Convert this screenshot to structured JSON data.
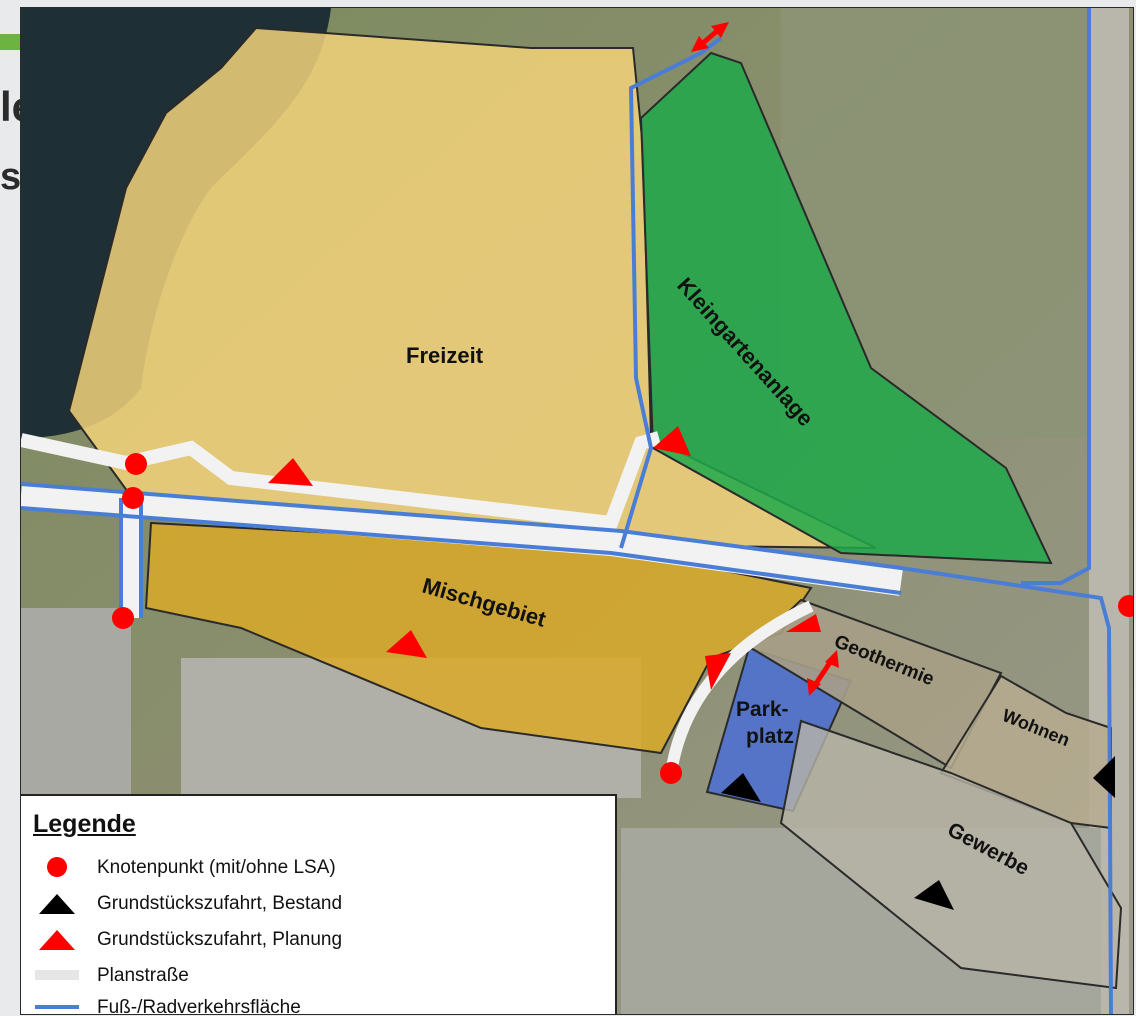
{
  "slide": {
    "title_fragment": "le",
    "subtitle_fragment": "sa"
  },
  "map": {
    "zones": {
      "freizeit": "Freizeit",
      "kleingarten": "Kleingartenanlage",
      "mischgebiet": "Mischgebiet",
      "parkplatz_line1": "Park-",
      "parkplatz_line2": "platz",
      "geothermie": "Geothermie",
      "wohnen": "Wohnen",
      "gewerbe": "Gewerbe"
    },
    "colors": {
      "freizeit": "#f2d27a",
      "kleingarten": "#1fa84a",
      "mischgebiet": "#d9a928",
      "parkplatz": "#4a6fd6",
      "geothermie": "#a79f86",
      "knotenpunkt": "#ff0000",
      "zufahrt_bestand": "#000000",
      "zufahrt_planung": "#ff0000",
      "planstrasse": "#f2f2f2",
      "radweg": "#4a7ed6"
    }
  },
  "legend": {
    "title": "Legende",
    "items": [
      {
        "label": "Knotenpunkt (mit/ohne LSA)",
        "icon": "red-circle-icon"
      },
      {
        "label": "Grundstückszufahrt, Bestand",
        "icon": "black-triangle-icon"
      },
      {
        "label": "Grundstückszufahrt, Planung",
        "icon": "red-triangle-icon"
      },
      {
        "label": "Planstraße",
        "icon": "grey-bar-icon"
      },
      {
        "label": "Fuß-/Radverkehrsfläche",
        "icon": "blue-line-icon"
      }
    ]
  }
}
